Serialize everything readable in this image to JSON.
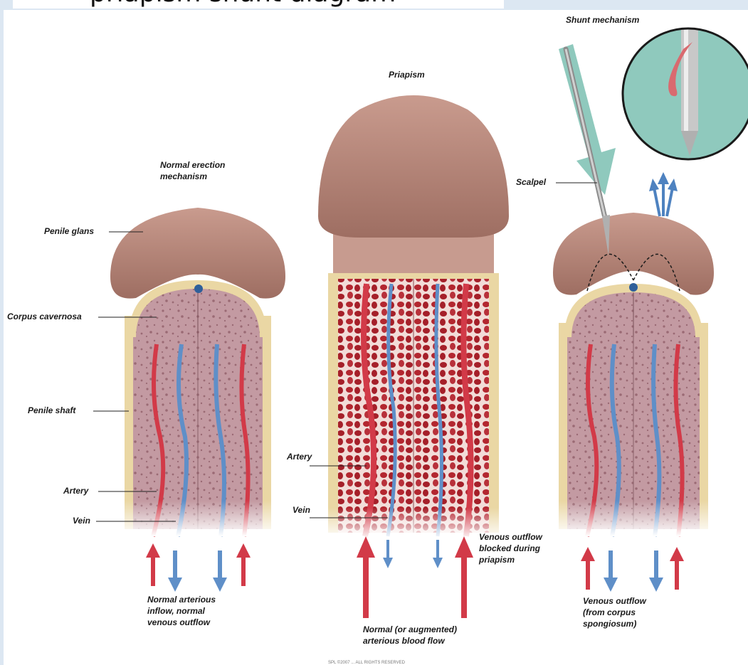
{
  "header": {
    "title_fragment": "priapism shunt diagram"
  },
  "panels": {
    "normal": {
      "heading": [
        "Normal erection",
        "mechanism"
      ],
      "labels": {
        "glans": "Penile glans",
        "corpus": "Corpus cavernosa",
        "shaft": "Penile shaft",
        "artery": "Artery",
        "vein": "Vein"
      },
      "caption": [
        "Normal arterious",
        "inflow, normal",
        "venous outflow"
      ]
    },
    "priapism": {
      "heading": "Priapism",
      "labels": {
        "artery": "Artery",
        "vein": "Vein"
      },
      "caption_right": [
        "Venous outflow",
        "blocked during",
        "priapism"
      ],
      "caption_bottom": [
        "Normal (or augmented)",
        "arterious blood flow"
      ]
    },
    "shunt": {
      "heading": "Shunt mechanism",
      "labels": {
        "scalpel": "Scalpel"
      },
      "caption": [
        "Venous outflow",
        "(from corpus",
        "spongiosum)"
      ]
    }
  },
  "footer": {
    "copyright": "SPL ©2007 ... ALL RIGHTS RESERVED"
  },
  "colors": {
    "artery": "#d23a48",
    "vein": "#5f8fc8",
    "skin": "#b8877a",
    "fascia": "#ead7a4",
    "tissue": "#b88a92",
    "engorged": "#b3262f",
    "inset_bg": "#8fc9bd"
  }
}
